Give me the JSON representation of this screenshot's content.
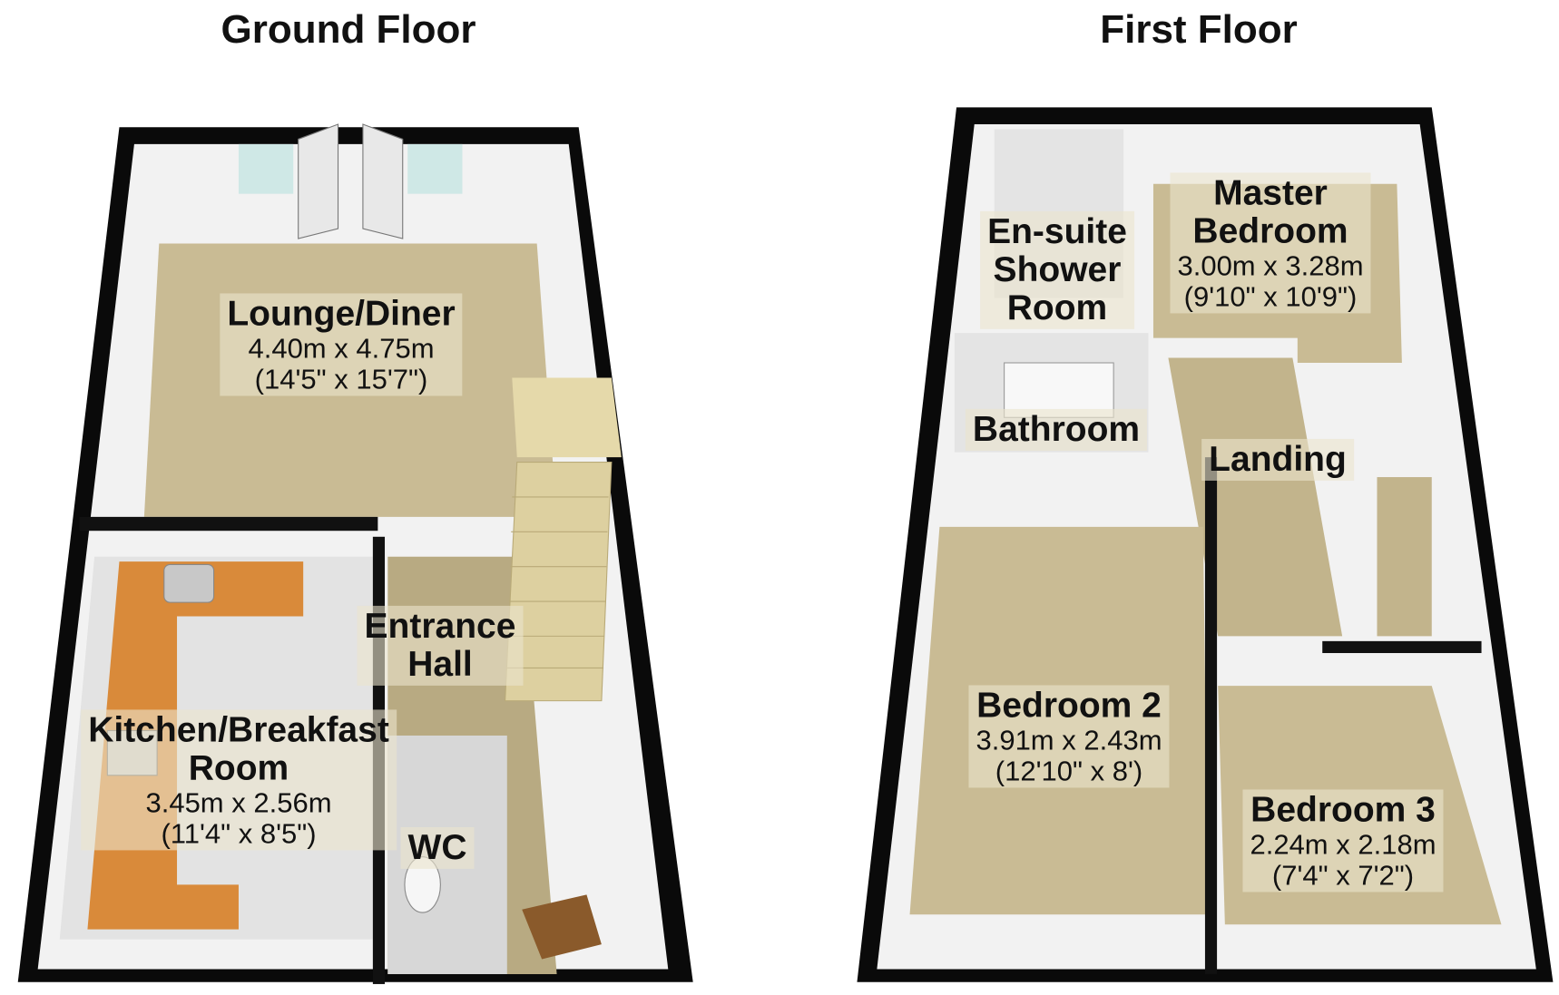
{
  "floors": [
    {
      "title": "Ground Floor",
      "rooms": [
        {
          "name": "Lounge/Diner",
          "metric": "4.40m x 4.75m",
          "imperial": "(14'5\" x 15'7\")"
        },
        {
          "name": "Kitchen/Breakfast Room",
          "name_line1": "Kitchen/Breakfast",
          "name_line2": "Room",
          "metric": "3.45m x 2.56m",
          "imperial": "(11'4\" x 8'5\")"
        },
        {
          "name": "Entrance Hall",
          "name_line1": "Entrance",
          "name_line2": "Hall"
        },
        {
          "name": "WC"
        }
      ]
    },
    {
      "title": "First Floor",
      "rooms": [
        {
          "name": "En-suite Shower Room",
          "name_line1": "En-suite",
          "name_line2": "Shower",
          "name_line3": "Room"
        },
        {
          "name": "Master Bedroom",
          "name_line1": "Master",
          "name_line2": "Bedroom",
          "metric": "3.00m x 3.28m",
          "imperial": "(9'10\" x 10'9\")"
        },
        {
          "name": "Bathroom"
        },
        {
          "name": "Landing"
        },
        {
          "name": "Bedroom 2",
          "metric": "3.91m x 2.43m",
          "imperial": "(12'10\" x 8')"
        },
        {
          "name": "Bedroom 3",
          "metric": "2.24m x 2.18m",
          "imperial": "(7'4\" x 7'2\")"
        }
      ]
    }
  ],
  "colors": {
    "wall_outer": "#0a0a0a",
    "wall_inner": "#f4f4f4",
    "carpet": "#c9bb94",
    "kitchen_tile": "#e6e6e6",
    "worktop": "#d98a3a"
  }
}
